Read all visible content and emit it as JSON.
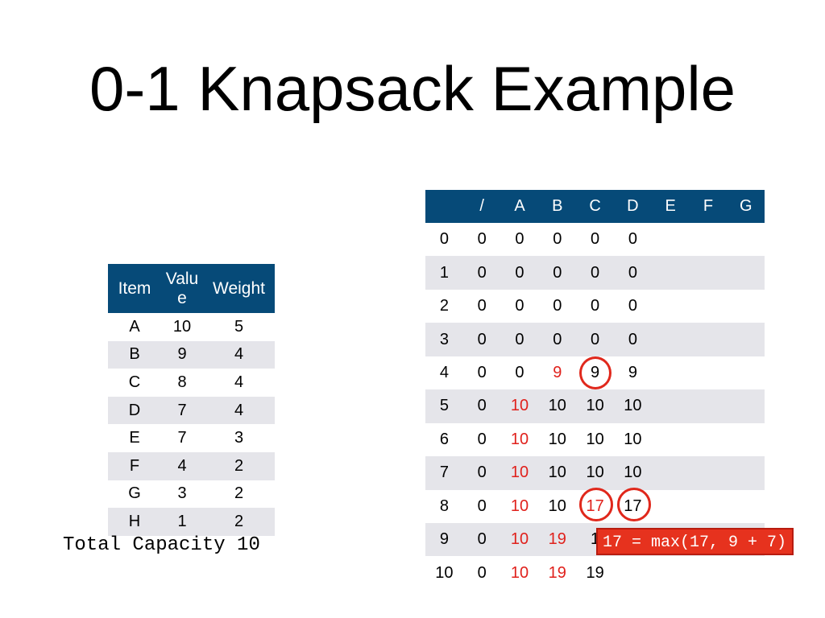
{
  "title": "0-1 Knapsack Example",
  "items_table": {
    "headers": [
      "Item",
      "Valu e",
      "Weight"
    ],
    "rows": [
      [
        "A",
        "10",
        "5"
      ],
      [
        "B",
        "9",
        "4"
      ],
      [
        "C",
        "8",
        "4"
      ],
      [
        "D",
        "7",
        "4"
      ],
      [
        "E",
        "7",
        "3"
      ],
      [
        "F",
        "4",
        "2"
      ],
      [
        "G",
        "3",
        "2"
      ],
      [
        "H",
        "1",
        "2"
      ]
    ]
  },
  "capacity_label": "Total Capacity 10",
  "dp_table": {
    "headers": [
      "",
      "/",
      "A",
      "B",
      "C",
      "D",
      "E",
      "F",
      "G"
    ],
    "rows": [
      [
        {
          "v": "0"
        },
        {
          "v": "0"
        },
        {
          "v": "0"
        },
        {
          "v": "0"
        },
        {
          "v": "0"
        },
        {
          "v": "0"
        }
      ],
      [
        {
          "v": "1"
        },
        {
          "v": "0"
        },
        {
          "v": "0"
        },
        {
          "v": "0"
        },
        {
          "v": "0"
        },
        {
          "v": "0"
        }
      ],
      [
        {
          "v": "2"
        },
        {
          "v": "0"
        },
        {
          "v": "0"
        },
        {
          "v": "0"
        },
        {
          "v": "0"
        },
        {
          "v": "0"
        }
      ],
      [
        {
          "v": "3"
        },
        {
          "v": "0"
        },
        {
          "v": "0"
        },
        {
          "v": "0"
        },
        {
          "v": "0"
        },
        {
          "v": "0"
        }
      ],
      [
        {
          "v": "4"
        },
        {
          "v": "0"
        },
        {
          "v": "0"
        },
        {
          "v": "9",
          "red": true
        },
        {
          "v": "9"
        },
        {
          "v": "9"
        }
      ],
      [
        {
          "v": "5"
        },
        {
          "v": "0"
        },
        {
          "v": "10",
          "red": true
        },
        {
          "v": "10"
        },
        {
          "v": "10"
        },
        {
          "v": "10"
        }
      ],
      [
        {
          "v": "6"
        },
        {
          "v": "0"
        },
        {
          "v": "10",
          "red": true
        },
        {
          "v": "10"
        },
        {
          "v": "10"
        },
        {
          "v": "10"
        }
      ],
      [
        {
          "v": "7"
        },
        {
          "v": "0"
        },
        {
          "v": "10",
          "red": true
        },
        {
          "v": "10"
        },
        {
          "v": "10"
        },
        {
          "v": "10"
        }
      ],
      [
        {
          "v": "8"
        },
        {
          "v": "0"
        },
        {
          "v": "10",
          "red": true
        },
        {
          "v": "10"
        },
        {
          "v": "17",
          "red": true
        },
        {
          "v": "17"
        }
      ],
      [
        {
          "v": "9"
        },
        {
          "v": "0"
        },
        {
          "v": "10",
          "red": true
        },
        {
          "v": "19",
          "red": true
        },
        {
          "v": "1"
        }
      ],
      [
        {
          "v": "10"
        },
        {
          "v": "0"
        },
        {
          "v": "10",
          "red": true
        },
        {
          "v": "19",
          "red": true
        },
        {
          "v": "19"
        }
      ]
    ]
  },
  "callout": "17 = max(17, 9 + 7)",
  "colors": {
    "header_bg": "#064a78",
    "shade": "#e5e5ea",
    "accent_red": "#e0211c"
  }
}
